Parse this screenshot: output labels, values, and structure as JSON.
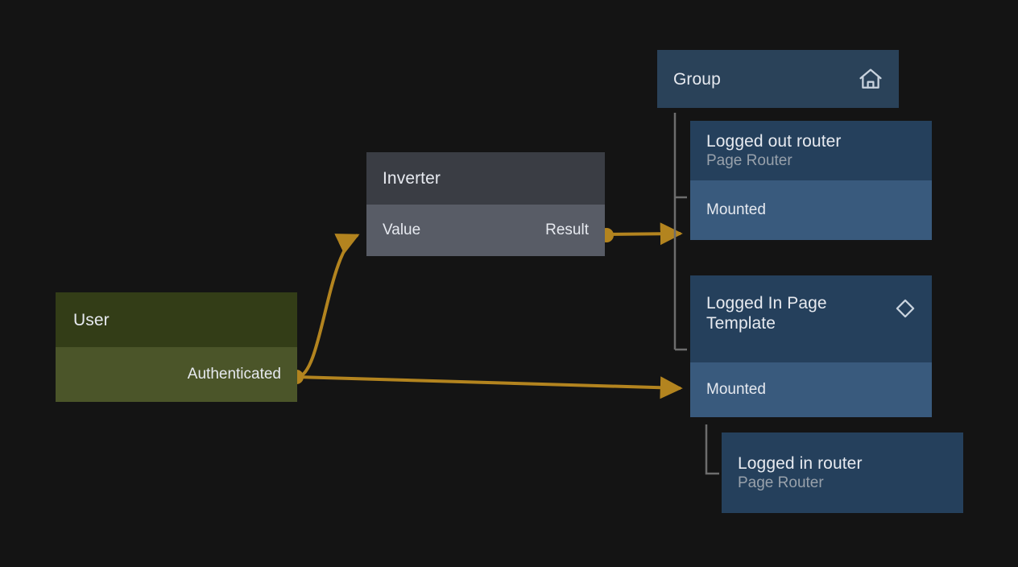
{
  "canvas": {
    "background": "#141414",
    "wire_color": "#b3841f",
    "tree_line_color": "#6d6d6d"
  },
  "nodes": {
    "group": {
      "title": "Group",
      "icon": "home-icon",
      "header_color": "#2a4259"
    },
    "logged_out_router": {
      "title": "Logged out router",
      "subtitle": "Page Router",
      "header_color": "#25405c",
      "port_color": "#395a7d",
      "ports": [
        {
          "label": "Mounted",
          "kind": "input"
        }
      ]
    },
    "logged_in_page_template": {
      "title": "Logged In Page\nTemplate",
      "icon": "diamond-icon",
      "header_color": "#25405c",
      "port_color": "#395a7d",
      "ports": [
        {
          "label": "Mounted",
          "kind": "input"
        }
      ]
    },
    "logged_in_router": {
      "title": "Logged in router",
      "subtitle": "Page Router",
      "header_color": "#25405c"
    },
    "inverter": {
      "title": "Inverter",
      "header_color": "#3a3d44",
      "port_color": "#585c66",
      "ports": [
        {
          "label": "Value",
          "kind": "input"
        },
        {
          "label": "Result",
          "kind": "output"
        }
      ]
    },
    "user": {
      "title": "User",
      "header_color": "#333d17",
      "port_color": "#4b5529",
      "ports": [
        {
          "label": "Authenticated",
          "kind": "output"
        }
      ]
    }
  },
  "connections": [
    {
      "from": "user.Authenticated",
      "to": "inverter.Value"
    },
    {
      "from": "inverter.Result",
      "to": "logged_out_router.Mounted"
    },
    {
      "from": "user.Authenticated",
      "to": "logged_in_page_template.Mounted"
    }
  ]
}
